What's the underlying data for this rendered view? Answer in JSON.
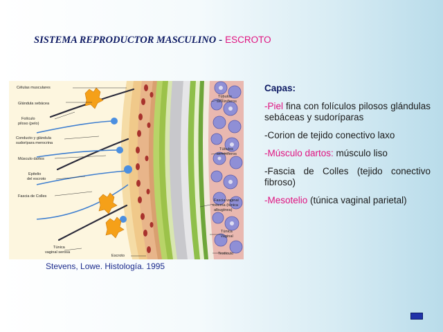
{
  "title": {
    "main": "SISTEMA REPRODUCTOR MASCULINO",
    "separator": "-",
    "accent": "ESCROTO"
  },
  "figure": {
    "labels_left": {
      "l1": "Células musculares",
      "l2": "Glándula sebácea",
      "l3a": "Folículo",
      "l3b": "piloso (pelo)",
      "l4a": "Conducto y glándula",
      "l4b": "sudorípara merocrina",
      "l5": "Músculo dartos",
      "l6a": "Epitelio",
      "l6b": "del escroto",
      "l7": "Fascia de Colles",
      "l8a": "Túnica",
      "l8b": "vaginal serosa",
      "l9": "Escroto"
    },
    "labels_right": {
      "r1a": "Túbulos",
      "r1b": "seminíferos",
      "r2a": "Túbulos",
      "r2b": "seminíferos",
      "r3a": "Fascia vaginal",
      "r3b": "externa (túnica",
      "r3c": "albugínea)",
      "r4a": "Túnica",
      "r4b": "vaginal",
      "r5": "Testículo"
    },
    "caption": "Stevens, Lowe. Histología. 1995",
    "colors": {
      "skin": "#f4d9a1",
      "dermis": "#f0c98a",
      "dartos": "#d9a070",
      "vessels": "#a8322d",
      "fascia_green": "#9cc24a",
      "tubules": "#8f8fd6"
    }
  },
  "content": {
    "heading": "Capas:",
    "items": [
      {
        "keyword": "-Piel",
        "text": " fina con folículos pilosos glándulas sebáceas y sudoríparas"
      },
      {
        "keyword": "",
        "text": "-Corion de tejido conectivo laxo"
      },
      {
        "keyword": "-Músculo dartos:",
        "text": " músculo liso"
      },
      {
        "keyword": "",
        "text": "-Fascia de Colles (tejido conectivo fibroso)"
      },
      {
        "keyword": "-Mesotelio",
        "text": " (túnica vaginal parietal)"
      }
    ]
  },
  "colors": {
    "title": "#0d1a63",
    "accent": "#e0127f",
    "caption": "#1a2a8c",
    "nav_button": "#2032a8"
  }
}
